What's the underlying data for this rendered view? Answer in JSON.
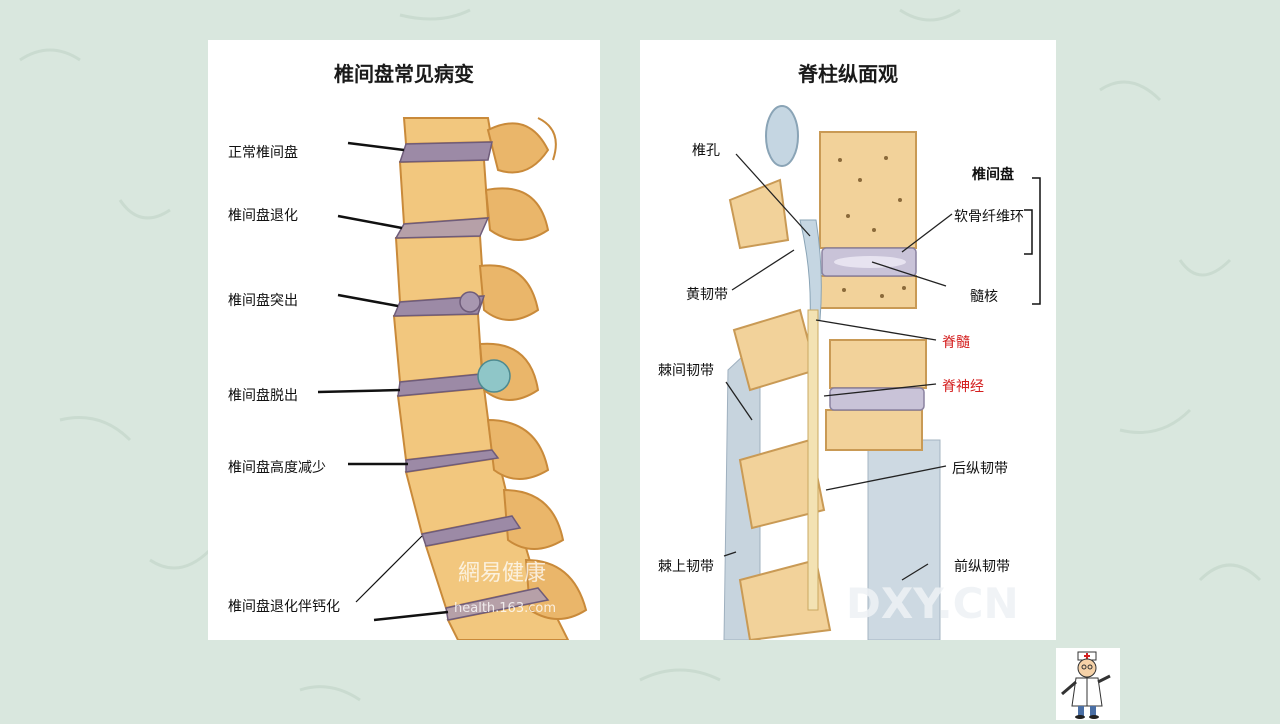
{
  "left_panel": {
    "title": "椎间盘常见病变",
    "labels": [
      "正常椎间盘",
      "椎间盘退化",
      "椎间盘突出",
      "椎间盘脱出",
      "椎间盘高度减少",
      "椎间盘退化伴钙化"
    ],
    "watermark_cn": "網易健康",
    "watermark_en": "health.163.com"
  },
  "right_panel": {
    "title": "脊柱纵面观",
    "labels": {
      "foramen": "椎孔",
      "yellow_ligament": "黄韧带",
      "interspinous": "棘间韧带",
      "supraspinous": "棘上韧带",
      "disc_group": "椎间盘",
      "annulus": "软骨纤维环",
      "nucleus": "髓核",
      "spinal_cord": "脊髓",
      "spinal_nerve": "脊神经",
      "posterior_ligament": "后纵韧带",
      "anterior_ligament": "前纵韧带"
    },
    "watermark": "DXY.CN"
  },
  "colors": {
    "background": "#d9e7de",
    "bone": "#f2c77e",
    "bone_dark": "#d79a45",
    "disc": "#9c8aa6",
    "ligament": "#b8c8d6",
    "red_label": "#d41f1f"
  }
}
